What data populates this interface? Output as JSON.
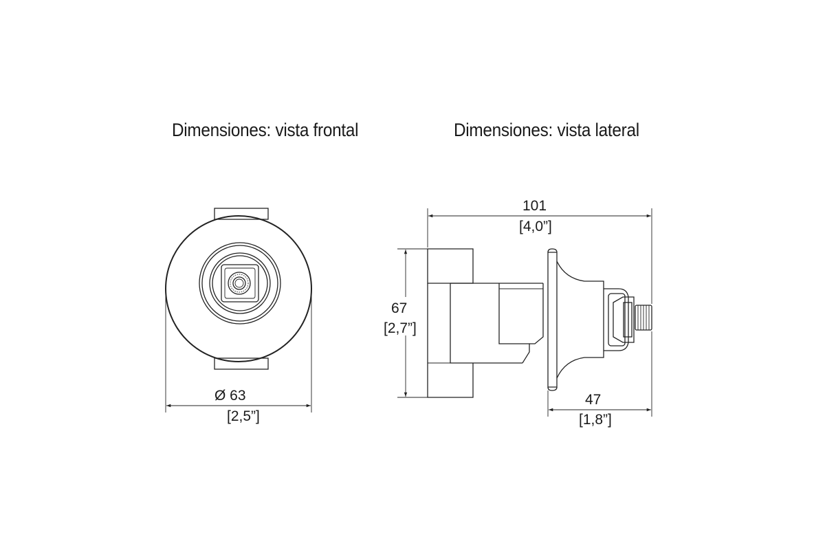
{
  "titles": {
    "front": "Dimensiones: vista frontal",
    "side": "Dimensiones: vista lateral"
  },
  "front_view": {
    "diameter_mm": "Ø 63",
    "diameter_in": "[2,5”]"
  },
  "side_view": {
    "length_mm": "101",
    "length_in": "[4,0”]",
    "height_mm": "67",
    "height_in": "[2,7”]",
    "stem_mm": "47",
    "stem_in": "[1,8”]"
  }
}
